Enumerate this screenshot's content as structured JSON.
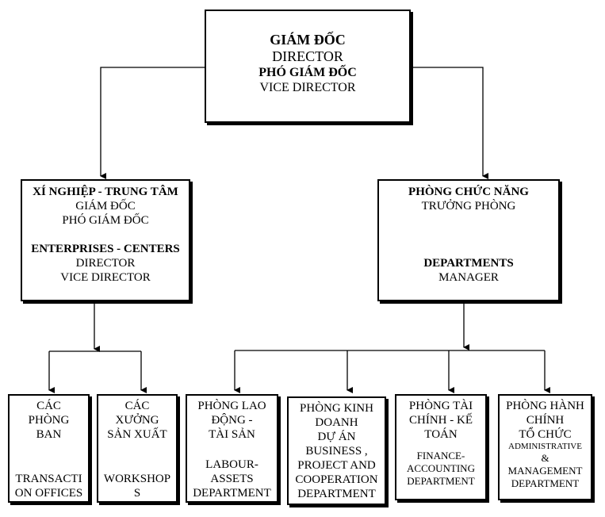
{
  "top": {
    "title_vn": "GIÁM ĐỐC",
    "title_en": "DIRECTOR",
    "vice_vn": "PHÓ GIÁM ĐỐC",
    "vice_en": "VICE DIRECTOR"
  },
  "left_mid": {
    "heading_vn": "XÍ NGHIỆP - TRUNG TÂM",
    "line2": "GIÁM ĐỐC",
    "line3": "PHÓ GIÁM ĐỐC",
    "heading_en": "ENTERPRISES - CENTERS",
    "line5": "DIRECTOR",
    "line6": "VICE DIRECTOR"
  },
  "right_mid": {
    "heading_vn": "PHÒNG CHỨC NĂNG",
    "line2": "TRƯỞNG PHÒNG",
    "heading_en": "DEPARTMENTS",
    "line4": "MANAGER"
  },
  "bottom": {
    "offices": {
      "vn": [
        "CÁC",
        "PHÒNG",
        "BAN"
      ],
      "en": [
        "TRANSACTI",
        "ON OFFICES"
      ]
    },
    "workshops": {
      "vn": [
        "CÁC",
        "XƯỞNG",
        "SẢN XUẤT"
      ],
      "en": [
        "WORKSHOP",
        "S"
      ]
    },
    "labour": {
      "vn": [
        "PHÒNG LAO",
        "ĐỘNG -",
        "TÀI SẢN"
      ],
      "en": [
        "LABOUR-",
        "ASSETS",
        "DEPARTMENT"
      ]
    },
    "business": {
      "vn": [
        "PHÒNG KINH",
        "DOANH",
        "DỰ ÁN"
      ],
      "en": [
        "BUSINESS ,",
        "PROJECT AND",
        "COOPERATION",
        "DEPARTMENT"
      ]
    },
    "finance": {
      "vn": [
        "PHÒNG TÀI",
        "CHÍNH - KẾ",
        "TOÁN"
      ],
      "en": [
        "FINANCE-",
        "ACCOUNTING",
        "DEPARTMENT"
      ]
    },
    "admin": {
      "vn": [
        "PHÒNG HÀNH",
        "CHÍNH",
        "TỔ CHỨC"
      ],
      "en": [
        "ADMINISTRATIVE",
        "&",
        "MANAGEMENT",
        "DEPARTMENT"
      ]
    }
  }
}
